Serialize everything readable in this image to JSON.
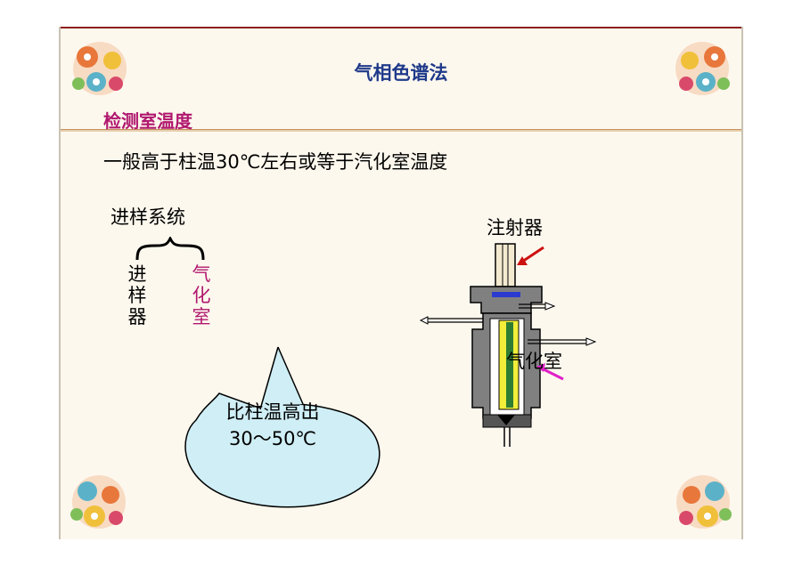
{
  "slide": {
    "title": "气相色谱法",
    "heading": "检测室温度",
    "statement": "一般高于柱温30℃左右或等于汽化室温度",
    "system_label": "进样系统",
    "vertical_left": [
      "进",
      "样",
      "器"
    ],
    "vertical_right": [
      "气",
      "化",
      "室"
    ],
    "bubble_lines": [
      "比柱温高出",
      "30～50℃"
    ],
    "diagram_labels": {
      "injector": "注射器",
      "vaporizer": "气化室"
    }
  },
  "colors": {
    "title": "#1f3a8a",
    "accent": "#b0186e",
    "bubble_fill": "#cfeef5",
    "column_fill": "#f2ee3a",
    "column_inner": "#2f7d32",
    "body_fill": "#808080",
    "arrow_injector": "#cc1111",
    "arrow_vaporizer": "#e020c8"
  },
  "icons": [
    "floral-ornament-icon",
    "curly-brace-icon",
    "speech-bubble-icon",
    "injector-diagram-icon"
  ]
}
